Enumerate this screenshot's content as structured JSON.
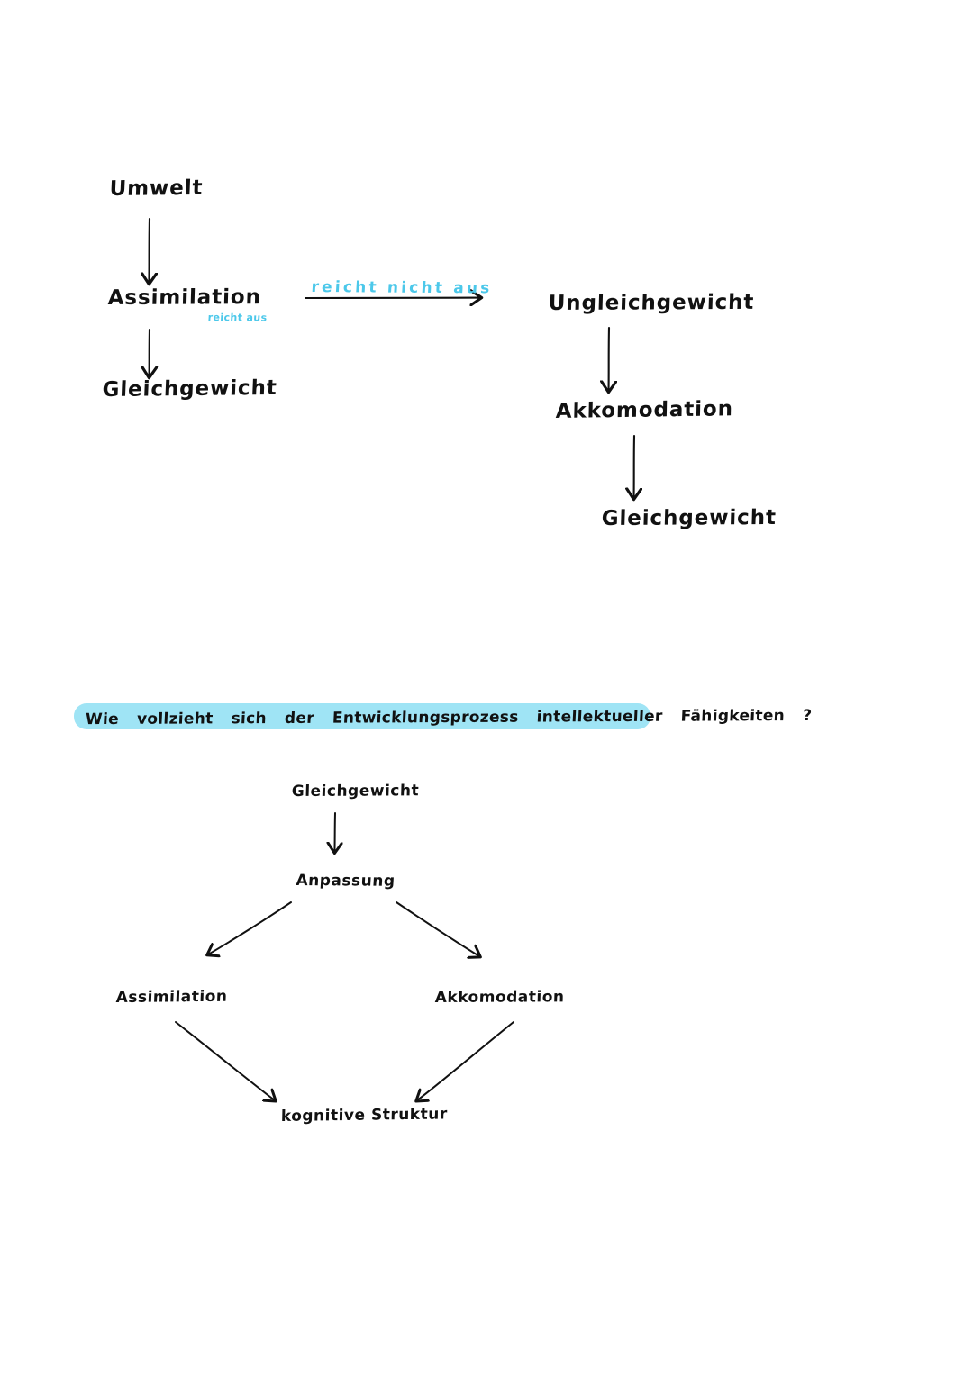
{
  "page": {
    "background_color": "#ffffff",
    "ink_color": "#111111",
    "accent_color": "#4cc8ea",
    "highlight_color": "#9fe4f5"
  },
  "diagram_top": {
    "name": "assimilation-akkomodation-flow",
    "nodes": {
      "umwelt": "Umwelt",
      "assimilation": "Assimilation",
      "gleichgewicht_left": "Gleichgewicht",
      "ungleichgewicht": "Ungleichgewicht",
      "akkomodation": "Akkomodation",
      "gleichgewicht_right": "Gleichgewicht"
    },
    "annotations": {
      "reicht_aus": "reicht aus",
      "reicht_nicht_aus": "reicht nicht aus"
    }
  },
  "question": {
    "words": [
      "Wie",
      "vollzieht",
      "sich",
      "der",
      "Entwicklungsprozess",
      "intellektueller",
      "Fähigkeiten"
    ],
    "mark": "?",
    "full_text": "Wie vollzieht sich der Entwicklungsprozess intellektueller Fähigkeiten?"
  },
  "diagram_bottom": {
    "name": "anpassung-diagram",
    "nodes": {
      "gleichgewicht": "Gleichgewicht",
      "anpassung": "Anpassung",
      "assimilation": "Assimilation",
      "akkomodation": "Akkomodation",
      "kognitive_struktur": "kognitive  Struktur"
    }
  }
}
